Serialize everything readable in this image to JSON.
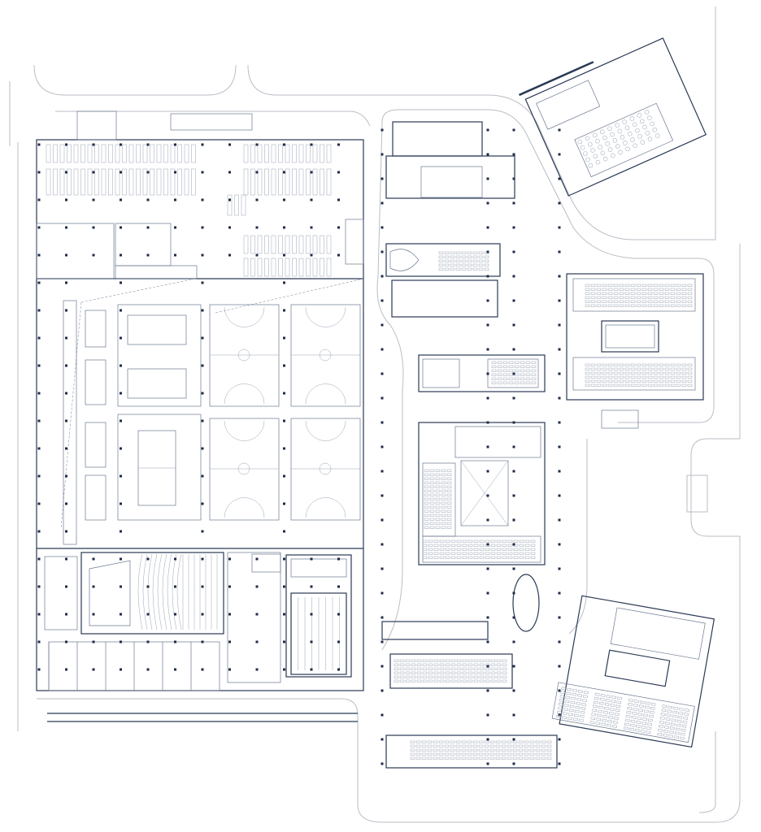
{
  "colors": {
    "background": "#ffffff",
    "wall": "#2a3a55",
    "line": "#6b7890",
    "road": "#b9bec6"
  },
  "icons": {
    "basketball_court": "basketball-court",
    "badminton_court": "badminton-court",
    "tennis_court": "tennis-court",
    "pool": "swimming-pool",
    "auditorium": "auditorium-seating"
  }
}
